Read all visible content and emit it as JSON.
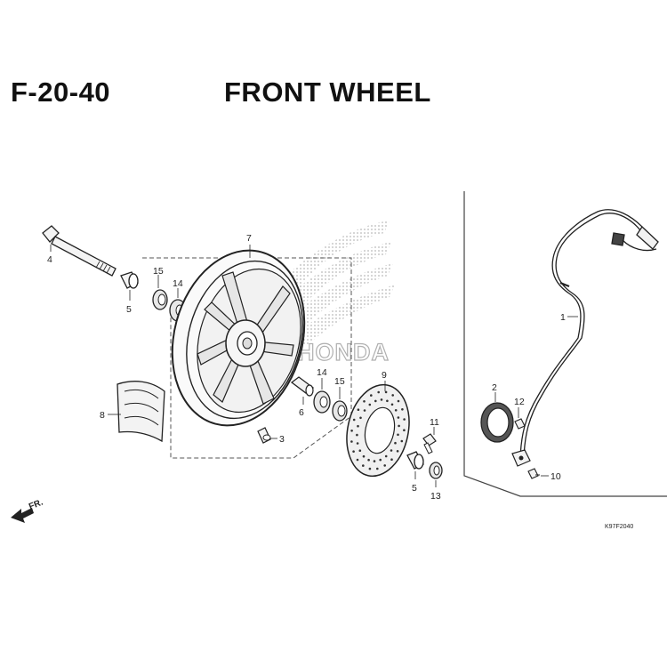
{
  "header": {
    "diagram_code": "F-20-40",
    "title": "FRONT WHEEL"
  },
  "callouts": {
    "c1": "1",
    "c2": "2",
    "c3": "3",
    "c4": "4",
    "c5a": "5",
    "c5b": "5",
    "c6": "6",
    "c7": "7",
    "c8": "8",
    "c9": "9",
    "c10": "10",
    "c11": "11",
    "c12": "12",
    "c13": "13",
    "c14a": "14",
    "c14b": "14",
    "c15a": "15",
    "c15b": "15"
  },
  "direction_marker": "FR.",
  "figure_ref": "K97F2040",
  "logo_text": "HONDA"
}
